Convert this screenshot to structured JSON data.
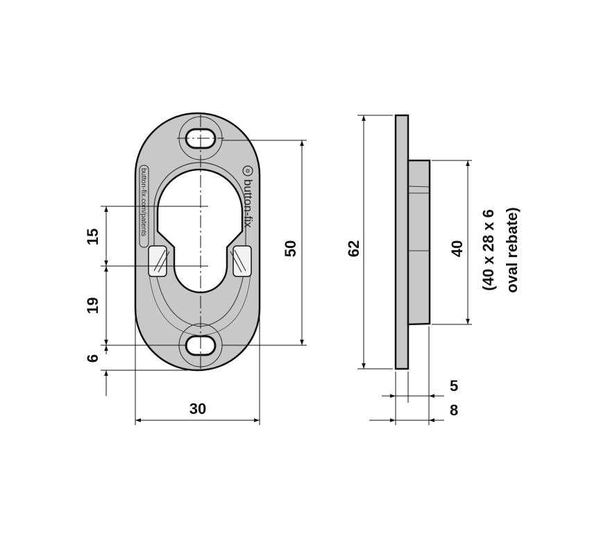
{
  "title": "button-fix keyhole plate technical drawing",
  "colors": {
    "part_fill": "#c8c8c8",
    "line": "#111111"
  },
  "front_view": {
    "logo_text": "button-fix",
    "patent_text": "button-fix.com/patents",
    "dimensions": {
      "d15": "15",
      "d19": "19",
      "d6": "6",
      "d30": "30",
      "d50": "50"
    }
  },
  "side_view": {
    "dimensions": {
      "d62": "62",
      "d40": "40",
      "d5": "5",
      "d8": "8"
    },
    "rebate_line1": "(40 x 28 x 6",
    "rebate_line2": "oval rebate)"
  }
}
